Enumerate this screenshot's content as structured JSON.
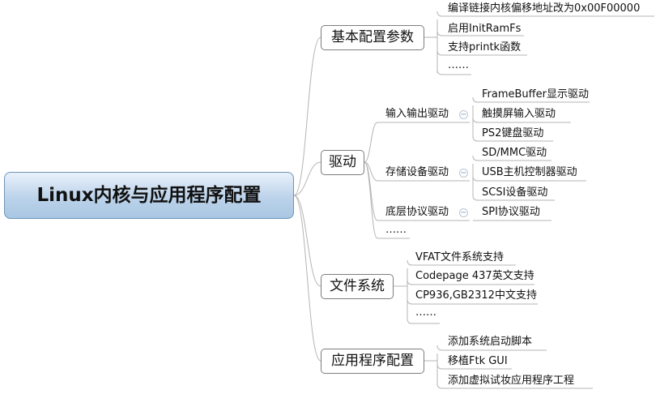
{
  "root": {
    "label": "Linux内核与应用程序配置"
  },
  "branches": [
    {
      "label": "基本配置参数",
      "children": [
        {
          "label": "编译链接内核偏移地址改为0x00F00000"
        },
        {
          "label": "启用InitRamFs"
        },
        {
          "label": "支持printk函数"
        },
        {
          "label": "……"
        }
      ]
    },
    {
      "label": "驱动",
      "children": [
        {
          "label": "输入输出驱动",
          "children": [
            "FrameBuffer显示驱动",
            "触摸屏输入驱动",
            "PS2键盘驱动"
          ]
        },
        {
          "label": "存储设备驱动",
          "children": [
            "SD/MMC驱动",
            "USB主机控制器驱动",
            "SCSI设备驱动"
          ]
        },
        {
          "label": "底层协议驱动",
          "children": [
            "SPI协议驱动"
          ]
        },
        {
          "label": "……"
        }
      ]
    },
    {
      "label": "文件系统",
      "children": [
        {
          "label": "VFAT文件系统支持"
        },
        {
          "label": "Codepage 437英文支持"
        },
        {
          "label": "CP936,GB2312中文支持"
        },
        {
          "label": "……"
        }
      ]
    },
    {
      "label": "应用程序配置",
      "children": [
        {
          "label": "添加系统启动脚本"
        },
        {
          "label": "移植Ftk GUI"
        },
        {
          "label": "添加虚拟试妆应用程序工程"
        }
      ]
    }
  ],
  "colors": {
    "line": "#b4b4b4",
    "root_border": "#6b93b8",
    "root_fill": "#bcd3ea",
    "node_border": "#7d7d7d"
  },
  "icons": {
    "collapse": "minus-circle-icon"
  }
}
